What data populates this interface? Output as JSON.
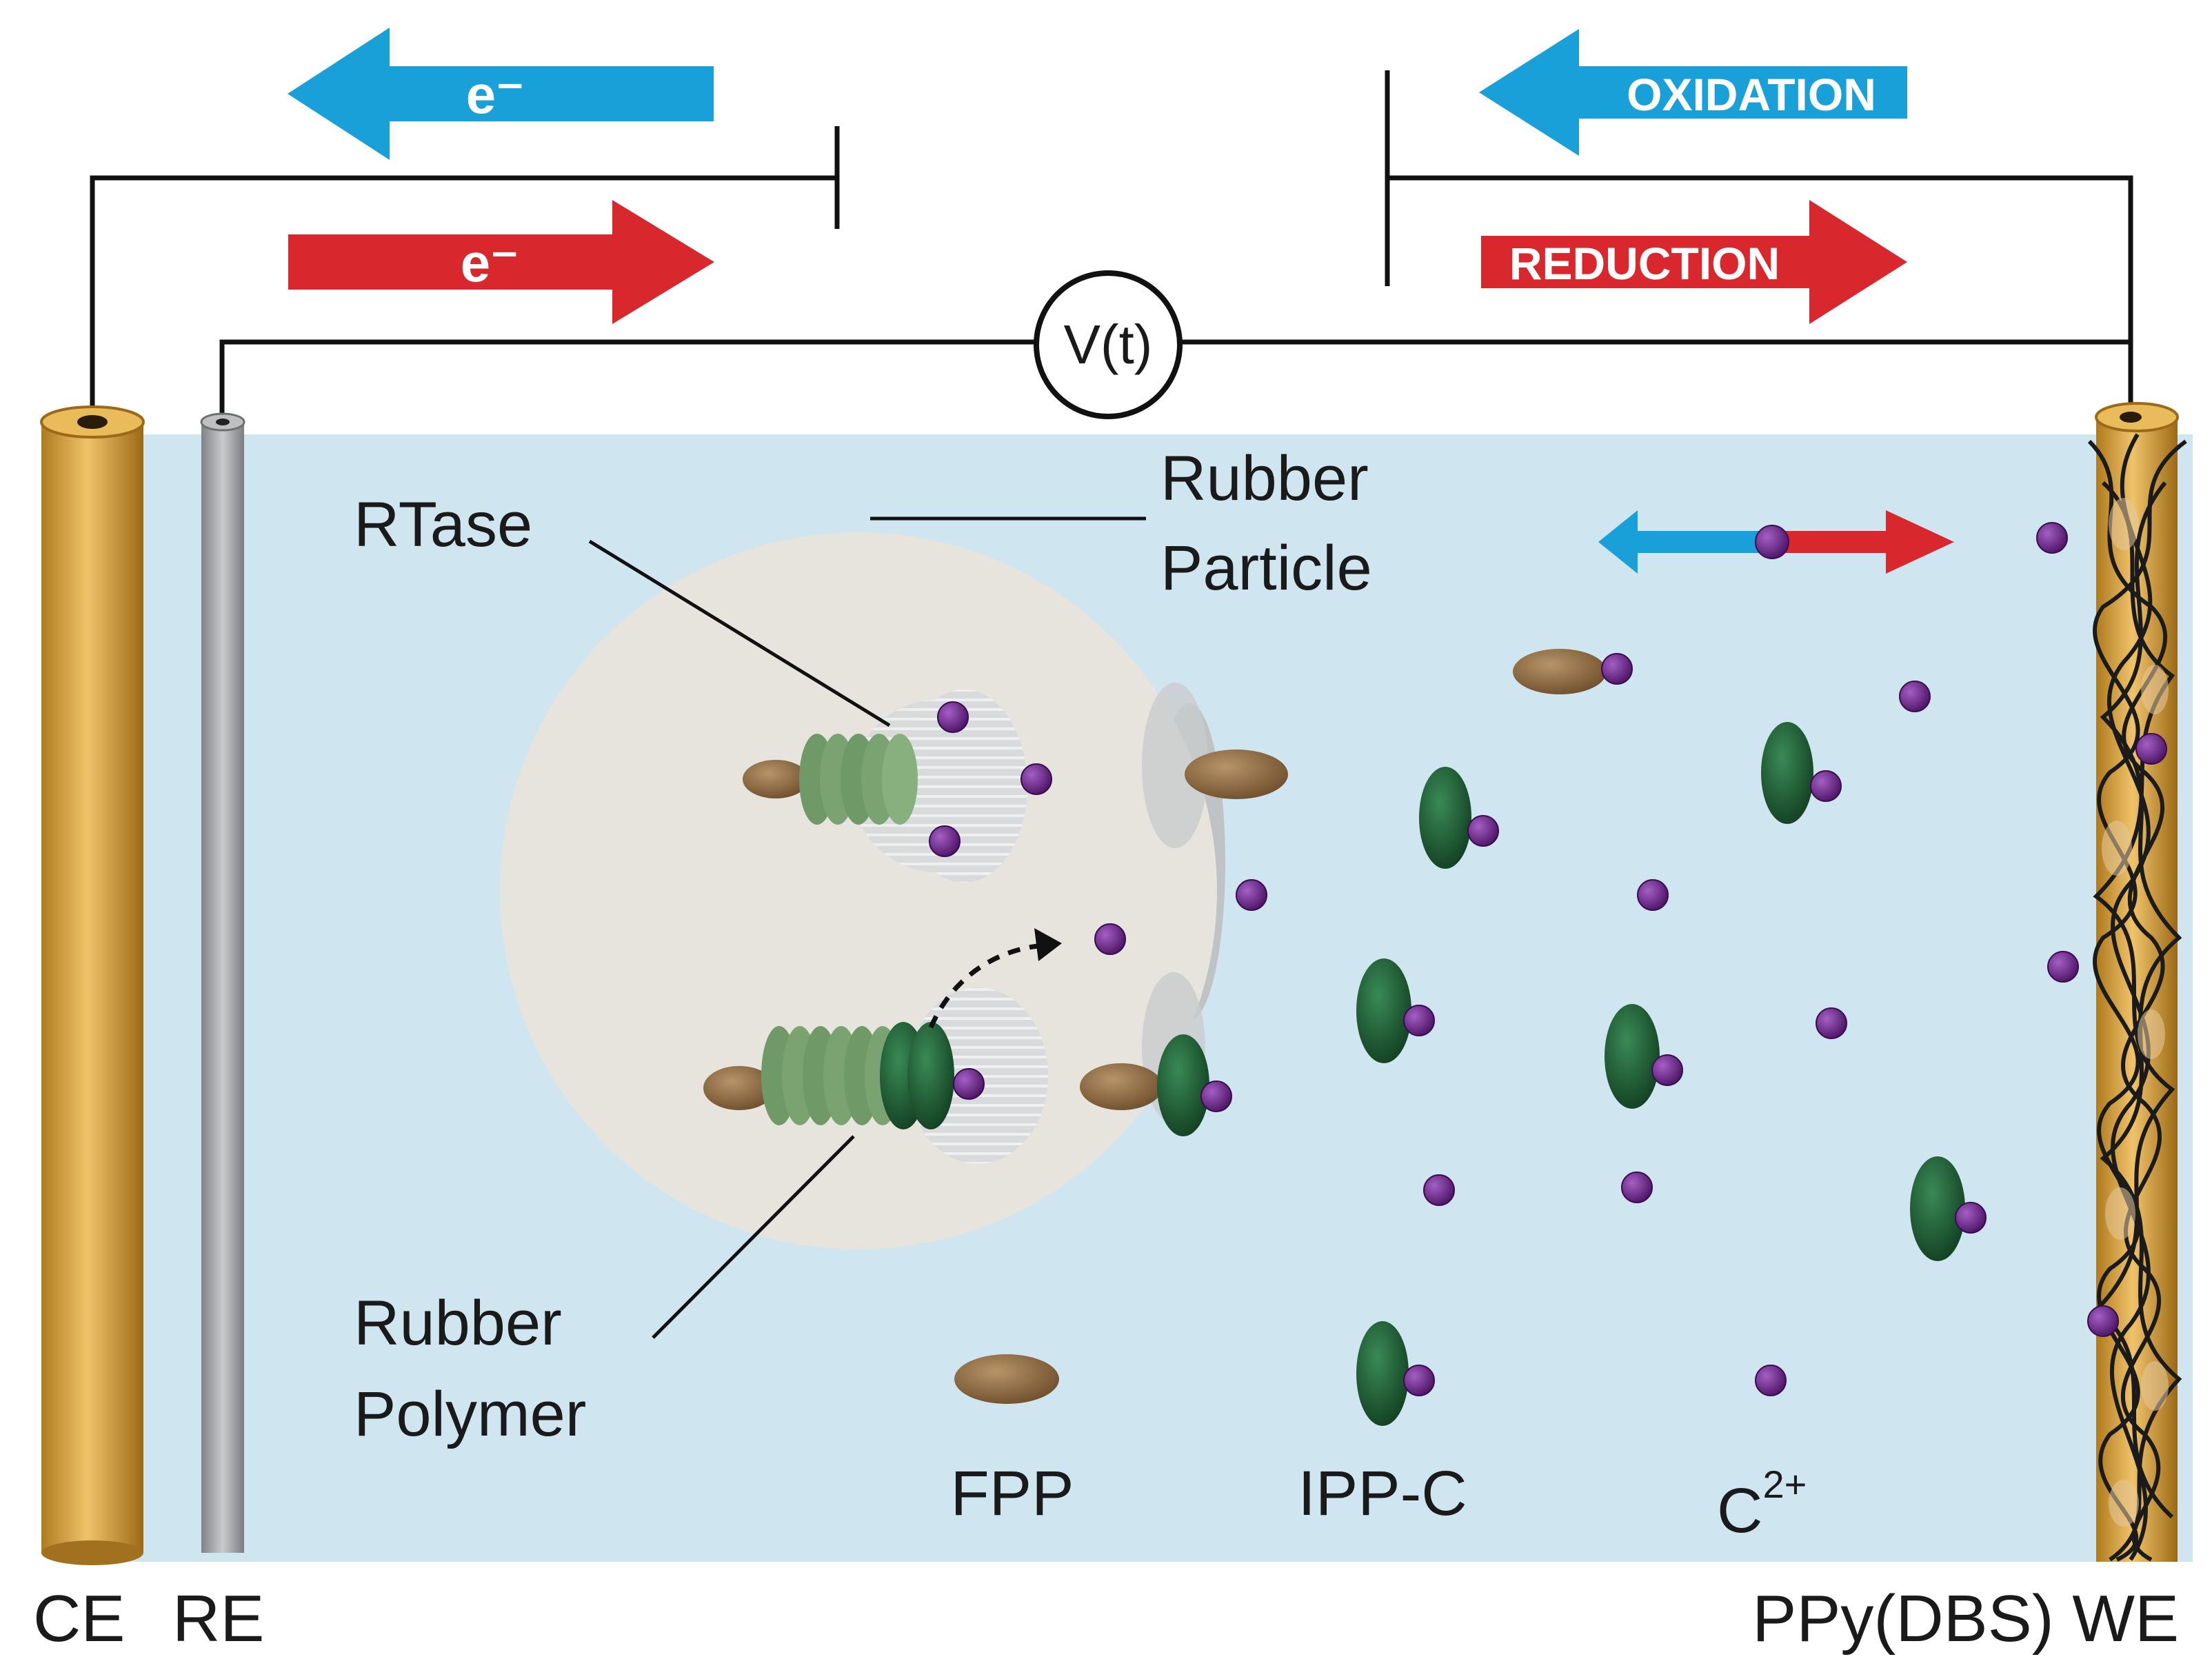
{
  "arrows": {
    "left_electron_blue": "e⁻",
    "left_electron_red": "e⁻",
    "oxidation": "OXIDATION",
    "reduction": "REDUCTION"
  },
  "circuit": {
    "voltage": "V(t)"
  },
  "labels": {
    "rtase": "RTase",
    "rubber_particle_line1": "Rubber",
    "rubber_particle_line2": "Particle",
    "rubber_polymer_line1": "Rubber",
    "rubber_polymer_line2": "Polymer",
    "legend_fpp": "FPP",
    "legend_ippc": "IPP-C",
    "legend_c_base": "C",
    "legend_c_sup": "2+"
  },
  "electrodes": {
    "counter": "CE",
    "reference": "RE",
    "working": "PPy(DBS) WE"
  },
  "colors": {
    "solution": "#cfe6f1",
    "blue_arrow": "#1aa0d8",
    "red_arrow": "#d9272e",
    "gold_electrode": "#d9a441",
    "grey_electrode": "#a3a5a8",
    "particle": "#e6e4dc",
    "ipp_green": "#1f5f35",
    "rtase_green": "#7aa371",
    "fpp_brown": "#8e6a42",
    "cation_purple": "#6a2a86"
  }
}
